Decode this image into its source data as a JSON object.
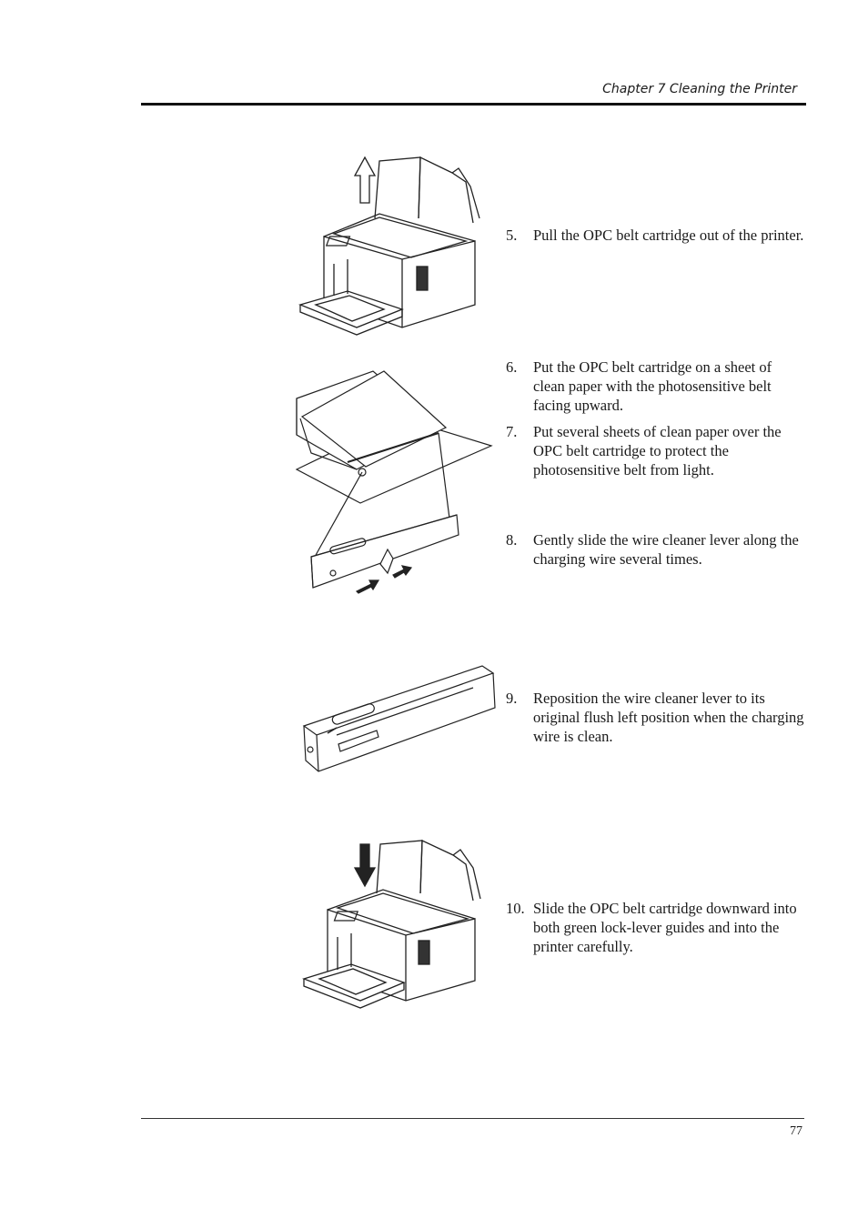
{
  "header": {
    "chapter_title": "Chapter 7 Cleaning the Printer"
  },
  "steps": [
    {
      "number": "5.",
      "text": "Pull the OPC belt cartridge out of the printer."
    },
    {
      "number": "6.",
      "text": "Put the OPC belt cartridge on a sheet of clean paper with the photosensitive belt facing upward."
    },
    {
      "number": "7.",
      "text": "Put several sheets of clean paper over the OPC belt cartridge to protect the photosensitive belt from light."
    },
    {
      "number": "8.",
      "text": "Gently slide the wire cleaner lever along the charging wire several times."
    },
    {
      "number": "9.",
      "text": "Reposition the wire cleaner lever to its original flush left position when the charging wire is clean."
    },
    {
      "number": "10.",
      "text": "Slide the OPC belt cartridge downward into both green lock-lever guides and into the printer carefully."
    }
  ],
  "footer": {
    "page_number": "77"
  },
  "colors": {
    "text": "#1a1a1a",
    "rule": "#111111",
    "line_art": "#222222"
  }
}
